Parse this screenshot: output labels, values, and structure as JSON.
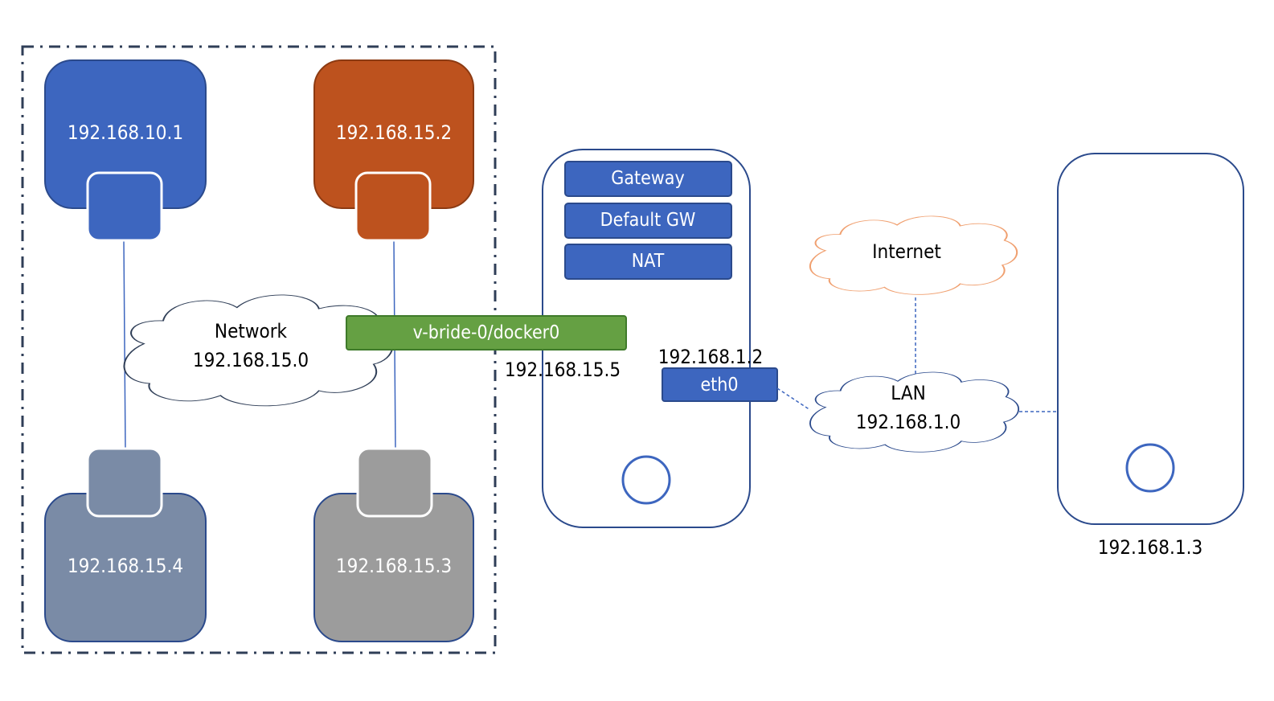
{
  "colors": {
    "blue": "#3d66bf",
    "orange": "#bd521e",
    "slate": "#7a8ba6",
    "gray": "#9c9c9c",
    "green": "#65a043",
    "outline": "#2b4a8c",
    "cloud_orange": "#f0a070",
    "container_border": "#2f3e57"
  },
  "containers": {
    "c1": {
      "ip": "192.168.10.1"
    },
    "c2": {
      "ip": "192.168.15.2"
    },
    "c3": {
      "ip": "192.168.15.4"
    },
    "c4": {
      "ip": "192.168.15.3"
    }
  },
  "network_cloud": {
    "title": "Network",
    "subnet": "192.168.15.0"
  },
  "bridge": {
    "label": "v-bride-0/docker0",
    "ip": "192.168.15.5"
  },
  "host": {
    "services": [
      "Gateway",
      "Default GW",
      "NAT"
    ],
    "eth_ip": "192.168.1.2",
    "eth_label": "eth0"
  },
  "internet_cloud": {
    "title": "Internet"
  },
  "lan_cloud": {
    "title": "LAN",
    "subnet": "192.168.1.0"
  },
  "remote_host": {
    "ip": "192.168.1.3"
  }
}
